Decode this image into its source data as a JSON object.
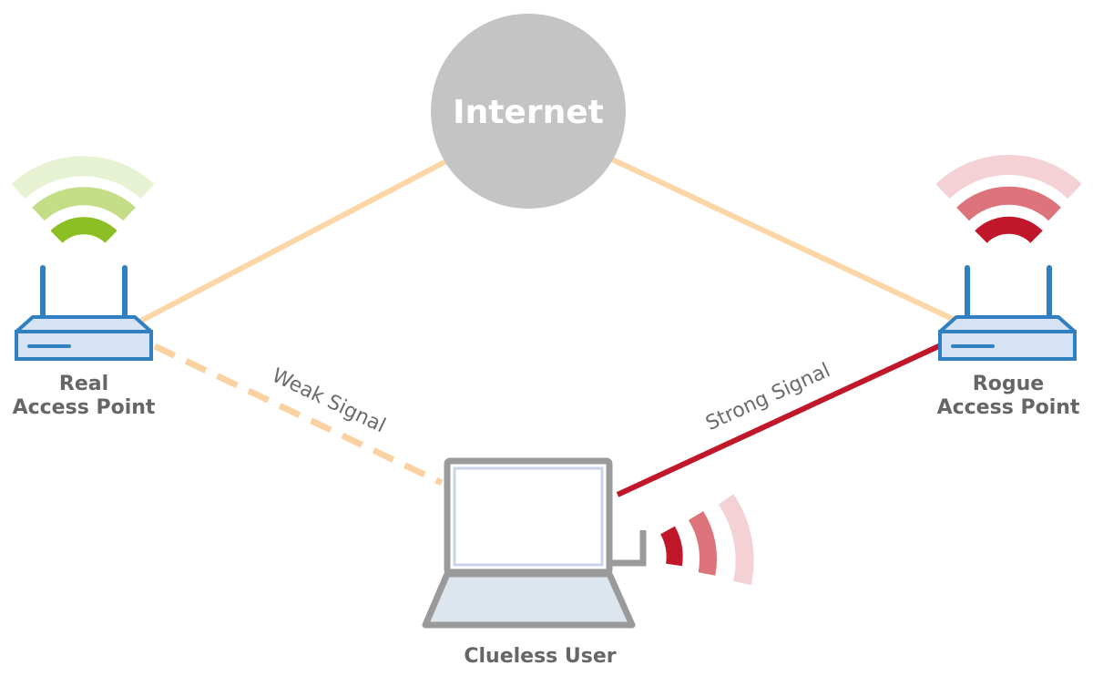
{
  "nodes": {
    "internet": {
      "label": "Internet"
    },
    "real_ap": {
      "line1": "Real",
      "line2": "Access Point"
    },
    "rogue_ap": {
      "line1": "Rogue",
      "line2": "Access Point"
    },
    "user": {
      "label": "Clueless User"
    }
  },
  "links": {
    "weak": {
      "label": "Weak Signal"
    },
    "strong": {
      "label": "Strong Signal"
    }
  },
  "colors": {
    "internet_circle": "#c4c4c4",
    "uplink": "#fcd6a6",
    "weak_link": "#fad2a2",
    "strong_link": "#c0172a",
    "router_outline": "#2f7fc1",
    "router_fill": "#d6e3f4",
    "green_signal": [
      "#e6f2d2",
      "#c4dd86",
      "#8bbf24"
    ],
    "red_signal": [
      "#f3d1d4",
      "#dd747c",
      "#c0172a"
    ],
    "laptop_outline": "#9a9a9a"
  }
}
